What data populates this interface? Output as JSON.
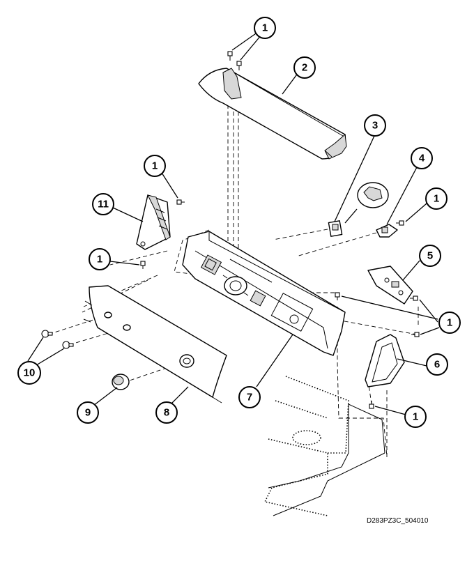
{
  "callouts": [
    {
      "id": "c1a",
      "label": "1"
    },
    {
      "id": "c2",
      "label": "2"
    },
    {
      "id": "c3",
      "label": "3"
    },
    {
      "id": "c4",
      "label": "4"
    },
    {
      "id": "c1b",
      "label": "1"
    },
    {
      "id": "c1c",
      "label": "1"
    },
    {
      "id": "c11",
      "label": "11"
    },
    {
      "id": "c1d",
      "label": "1"
    },
    {
      "id": "c5",
      "label": "5"
    },
    {
      "id": "c1e",
      "label": "1"
    },
    {
      "id": "c6",
      "label": "6"
    },
    {
      "id": "c10",
      "label": "10"
    },
    {
      "id": "c7",
      "label": "7"
    },
    {
      "id": "c1f",
      "label": "1"
    },
    {
      "id": "c9",
      "label": "9"
    },
    {
      "id": "c8",
      "label": "8"
    }
  ],
  "drawing_code": "D283PZ3C_504010"
}
